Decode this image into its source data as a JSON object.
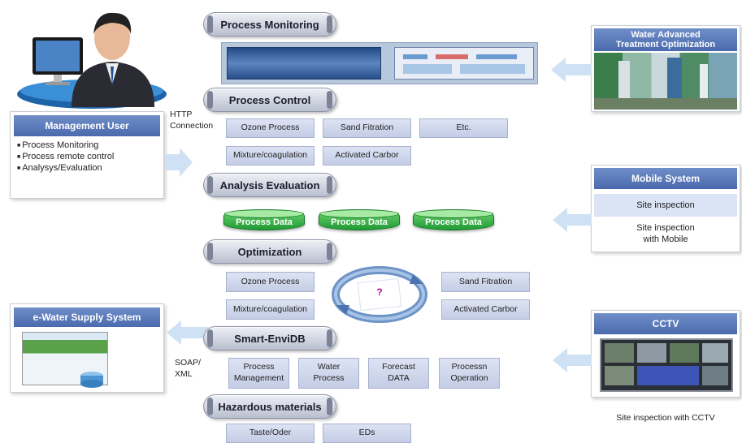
{
  "pills": {
    "process_monitoring": "Process Monitoring",
    "process_control": "Process Control",
    "analysis_evaluation": "Analysis Evaluation",
    "optimization": "Optimization",
    "smart_envidb": "Smart-EnviDB",
    "hazardous": "Hazardous materials"
  },
  "control_boxes": [
    "Ozone Process",
    "Sand Fitration",
    "Etc.",
    "Mixture/coagulation",
    "Activated Carbor"
  ],
  "process_data": [
    "Process Data",
    "Process Data",
    "Process Data"
  ],
  "optimization_boxes": [
    "Ozone Process",
    "Mixture/coagulation",
    "Sand Fitration",
    "Activated Carbor"
  ],
  "cycle_mark": "?",
  "envidb_boxes": [
    {
      "line1": "Process",
      "line2": "Management"
    },
    {
      "line1": "Water",
      "line2": "Process"
    },
    {
      "line1": "Forecast",
      "line2": "DATA"
    },
    {
      "line1": "Processn",
      "line2": "Operation"
    }
  ],
  "hazard_boxes": [
    "Taste/Oder",
    "EDs"
  ],
  "left": {
    "http_line1": "HTTP",
    "http_line2": "Connection",
    "management_title": "Management User",
    "management_items": [
      "Process Monitoring",
      "Process remote control",
      "Analysys/Evaluation"
    ],
    "ewater_title": "e-Water Supply System",
    "soap_line1": "SOAP/",
    "soap_line2": "XML"
  },
  "right": {
    "water_title_line1": "Water Advanced",
    "water_title_line2": "Treatment Optimization",
    "mobile_title": "Mobile System",
    "mobile_site": "Site inspection",
    "mobile_sub_line1": "Site inspection",
    "mobile_sub_line2": "with Mobile",
    "cctv_title": "CCTV",
    "cctv_caption": "Site inspection with CCTV"
  },
  "colors": {
    "accent": "#4a6aae",
    "green": "#2a9d3a",
    "box": "#cdd6ec",
    "arrow": "#cfe1f4"
  }
}
